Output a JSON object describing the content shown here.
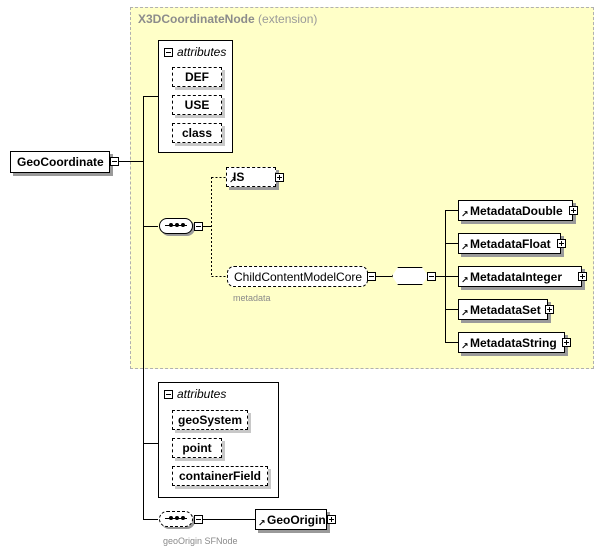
{
  "extension": {
    "name": "X3DCoordinateNode",
    "suffix": "(extension)"
  },
  "root": {
    "label": "GeoCoordinate"
  },
  "attributes_top": {
    "header": "attributes",
    "items": [
      "DEF",
      "USE",
      "class"
    ]
  },
  "is_node": {
    "label": "IS"
  },
  "child_core": {
    "label": "ChildContentModelCore",
    "caption": "metadata"
  },
  "metadata_choices": [
    "MetadataDouble",
    "MetadataFloat",
    "MetadataInteger",
    "MetadataSet",
    "MetadataString"
  ],
  "attributes_bottom": {
    "header": "attributes",
    "items": [
      "geoSystem",
      "point",
      "containerField"
    ]
  },
  "geo_origin": {
    "label": "GeoOrigin",
    "caption": "geoOrigin SFNode"
  }
}
